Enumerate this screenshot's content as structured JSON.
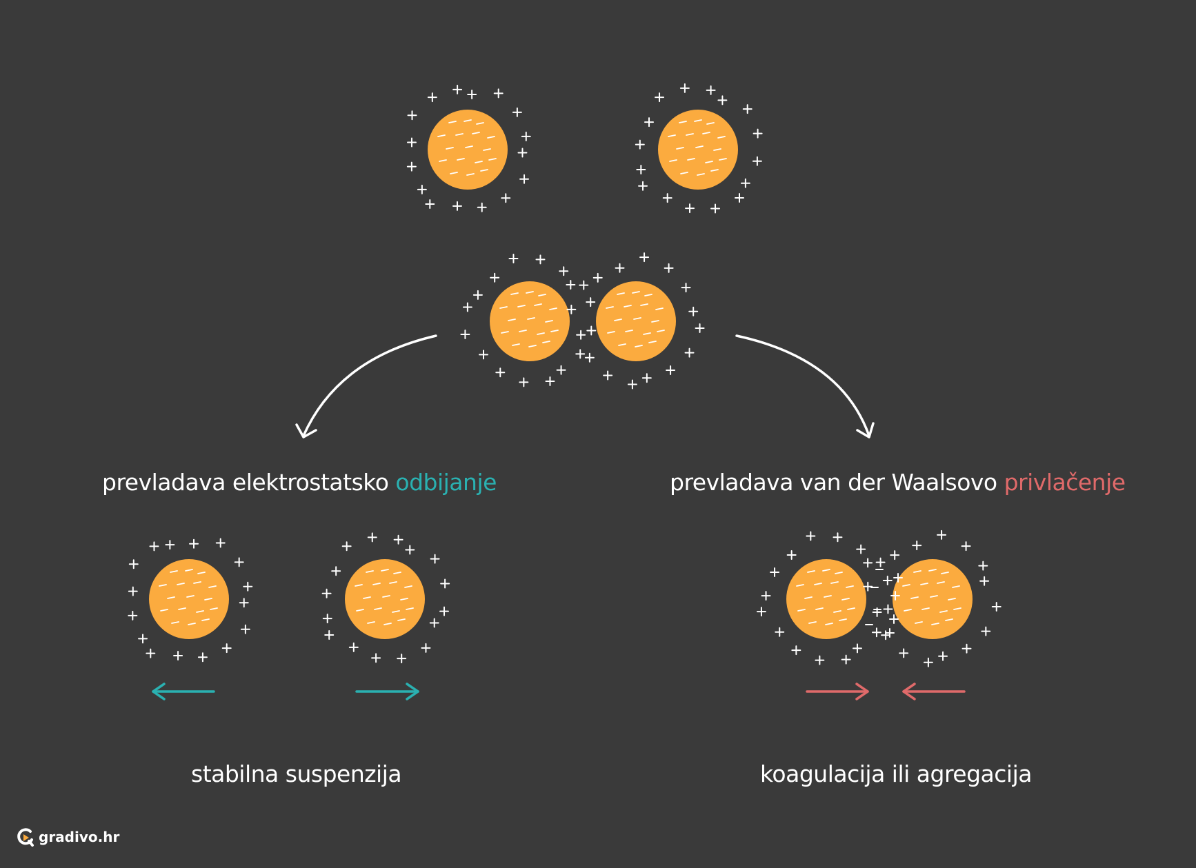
{
  "labels": {
    "left_prefix": "prevladava elektrostatsko ",
    "left_highlight": "odbijanje",
    "right_prefix": "prevladava van der Waalsovo ",
    "right_highlight": "privlačenje",
    "result_left": "stabilna suspenzija",
    "result_right": "koagulacija ili agregacija"
  },
  "logo": {
    "text": "gradivo.hr"
  },
  "colors": {
    "background": "#3a3a3a",
    "particle": "#fbab3f",
    "repulsion": "#2ab1b1",
    "attraction": "#e06a6a",
    "charge": "#ffffff"
  }
}
